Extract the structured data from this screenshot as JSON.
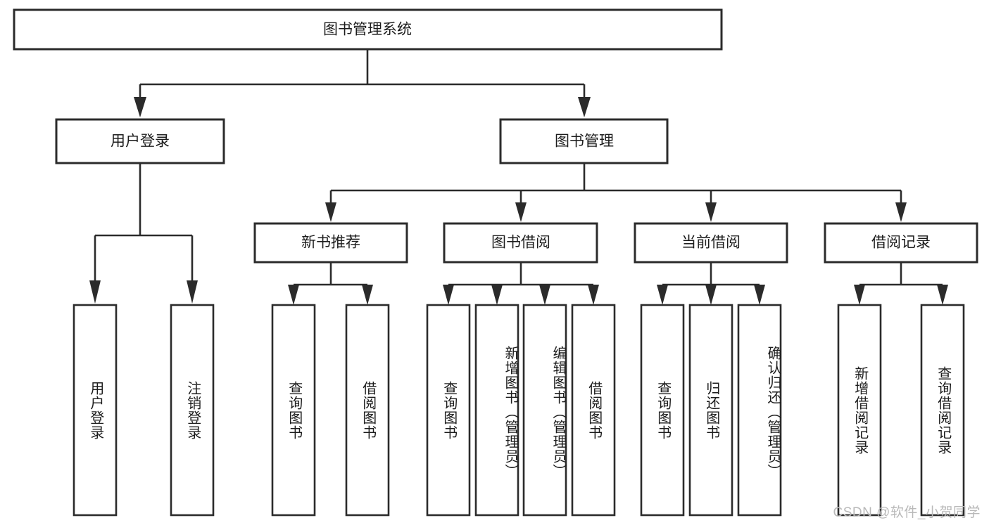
{
  "diagram": {
    "title": "图书管理系统",
    "type": "tree-hierarchy-chart",
    "root": {
      "id": "root",
      "label": "图书管理系统"
    },
    "level2": [
      {
        "id": "user-login",
        "label": "用户登录"
      },
      {
        "id": "book-manage",
        "label": "图书管理"
      }
    ],
    "level3": [
      {
        "id": "new-book-recommend",
        "label": "新书推荐",
        "parent": "book-manage"
      },
      {
        "id": "book-borrow",
        "label": "图书借阅",
        "parent": "book-manage"
      },
      {
        "id": "current-borrow",
        "label": "当前借阅",
        "parent": "book-manage"
      },
      {
        "id": "borrow-record",
        "label": "借阅记录",
        "parent": "book-manage"
      }
    ],
    "leaves": [
      {
        "id": "leaf-user-login",
        "label": "用户登录",
        "parent": "user-login"
      },
      {
        "id": "leaf-logout-login",
        "label": "注销登录",
        "parent": "user-login"
      },
      {
        "id": "leaf-query-book-1",
        "label": "查询图书",
        "parent": "new-book-recommend"
      },
      {
        "id": "leaf-borrow-book-1",
        "label": "借阅图书",
        "parent": "new-book-recommend"
      },
      {
        "id": "leaf-query-book-2",
        "label": "查询图书",
        "parent": "book-borrow"
      },
      {
        "id": "leaf-add-book",
        "label": "新增图书（管理员）",
        "parent": "book-borrow"
      },
      {
        "id": "leaf-edit-book",
        "label": "编辑图书（管理员）",
        "parent": "book-borrow"
      },
      {
        "id": "leaf-borrow-book-2",
        "label": "借阅图书",
        "parent": "book-borrow"
      },
      {
        "id": "leaf-query-book-3",
        "label": "查询图书",
        "parent": "current-borrow"
      },
      {
        "id": "leaf-return-book",
        "label": "归还图书",
        "parent": "current-borrow"
      },
      {
        "id": "leaf-confirm-return",
        "label": "确认归还（管理员）",
        "parent": "current-borrow"
      },
      {
        "id": "leaf-add-record",
        "label": "新增借阅记录",
        "parent": "borrow-record"
      },
      {
        "id": "leaf-query-record",
        "label": "查询借阅记录",
        "parent": "borrow-record"
      }
    ],
    "colors": {
      "box_stroke": "#2b2b2b",
      "box_fill": "#ffffff",
      "text": "#1c1c1c",
      "connector": "#2b2b2b",
      "watermark": "#b9b9b9",
      "background": "#ffffff"
    }
  },
  "watermark": {
    "text": "CSDN @软件_小贺同学"
  }
}
